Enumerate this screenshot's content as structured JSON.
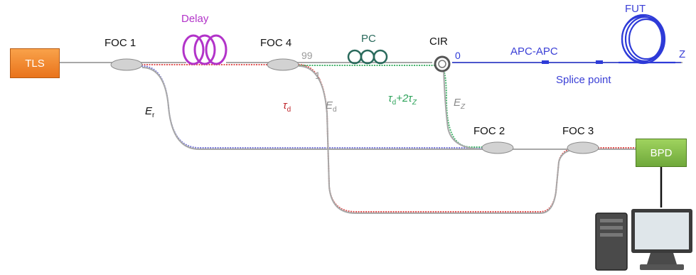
{
  "components": {
    "tls": "TLS",
    "foc1": "FOC 1",
    "foc2": "FOC 2",
    "foc3": "FOC 3",
    "foc4": "FOC 4",
    "delay": "Delay",
    "pc": "PC",
    "cir": "CIR",
    "fut": "FUT",
    "bpd": "BPD",
    "apc": "APC-APC",
    "splice": "Splice point",
    "z": "Z"
  },
  "ports": {
    "p99": "99",
    "p1": "1",
    "p0": "0"
  },
  "fields": {
    "er_main": "E",
    "er_sub": "r",
    "td_main": "τ",
    "td_sub": "d",
    "ed_main": "E",
    "ed_sub": "d",
    "tdz_main": "τ",
    "tdz_sub": "d",
    "tdz_rest": "+2τ",
    "tdz_sub2": "Z",
    "ez_main": "E",
    "ez_sub": "Z"
  },
  "colors": {
    "reference_path": "#7a7ad6",
    "delay_path": "#e05555",
    "probe_path": "#47b56e",
    "fiber": "#a8a8a8",
    "delay_coil": "#b233c9",
    "fut_coil": "#2e3bd8",
    "pc_coil": "#2a6a5c",
    "tls_box": "#f0821f",
    "bpd_box": "#86be46",
    "fut_labels": "#3a3fd6",
    "td_label": "#c0282d",
    "tdz_label": "#2ea35b",
    "ed_label": "#8a8a8a"
  },
  "icons": {
    "computer": "desktop-computer-icon",
    "delay": "fiber-delay-coil-icon",
    "fut": "fiber-under-test-coil-icon",
    "pc": "polarization-controller-icon",
    "cir": "circulator-icon"
  }
}
